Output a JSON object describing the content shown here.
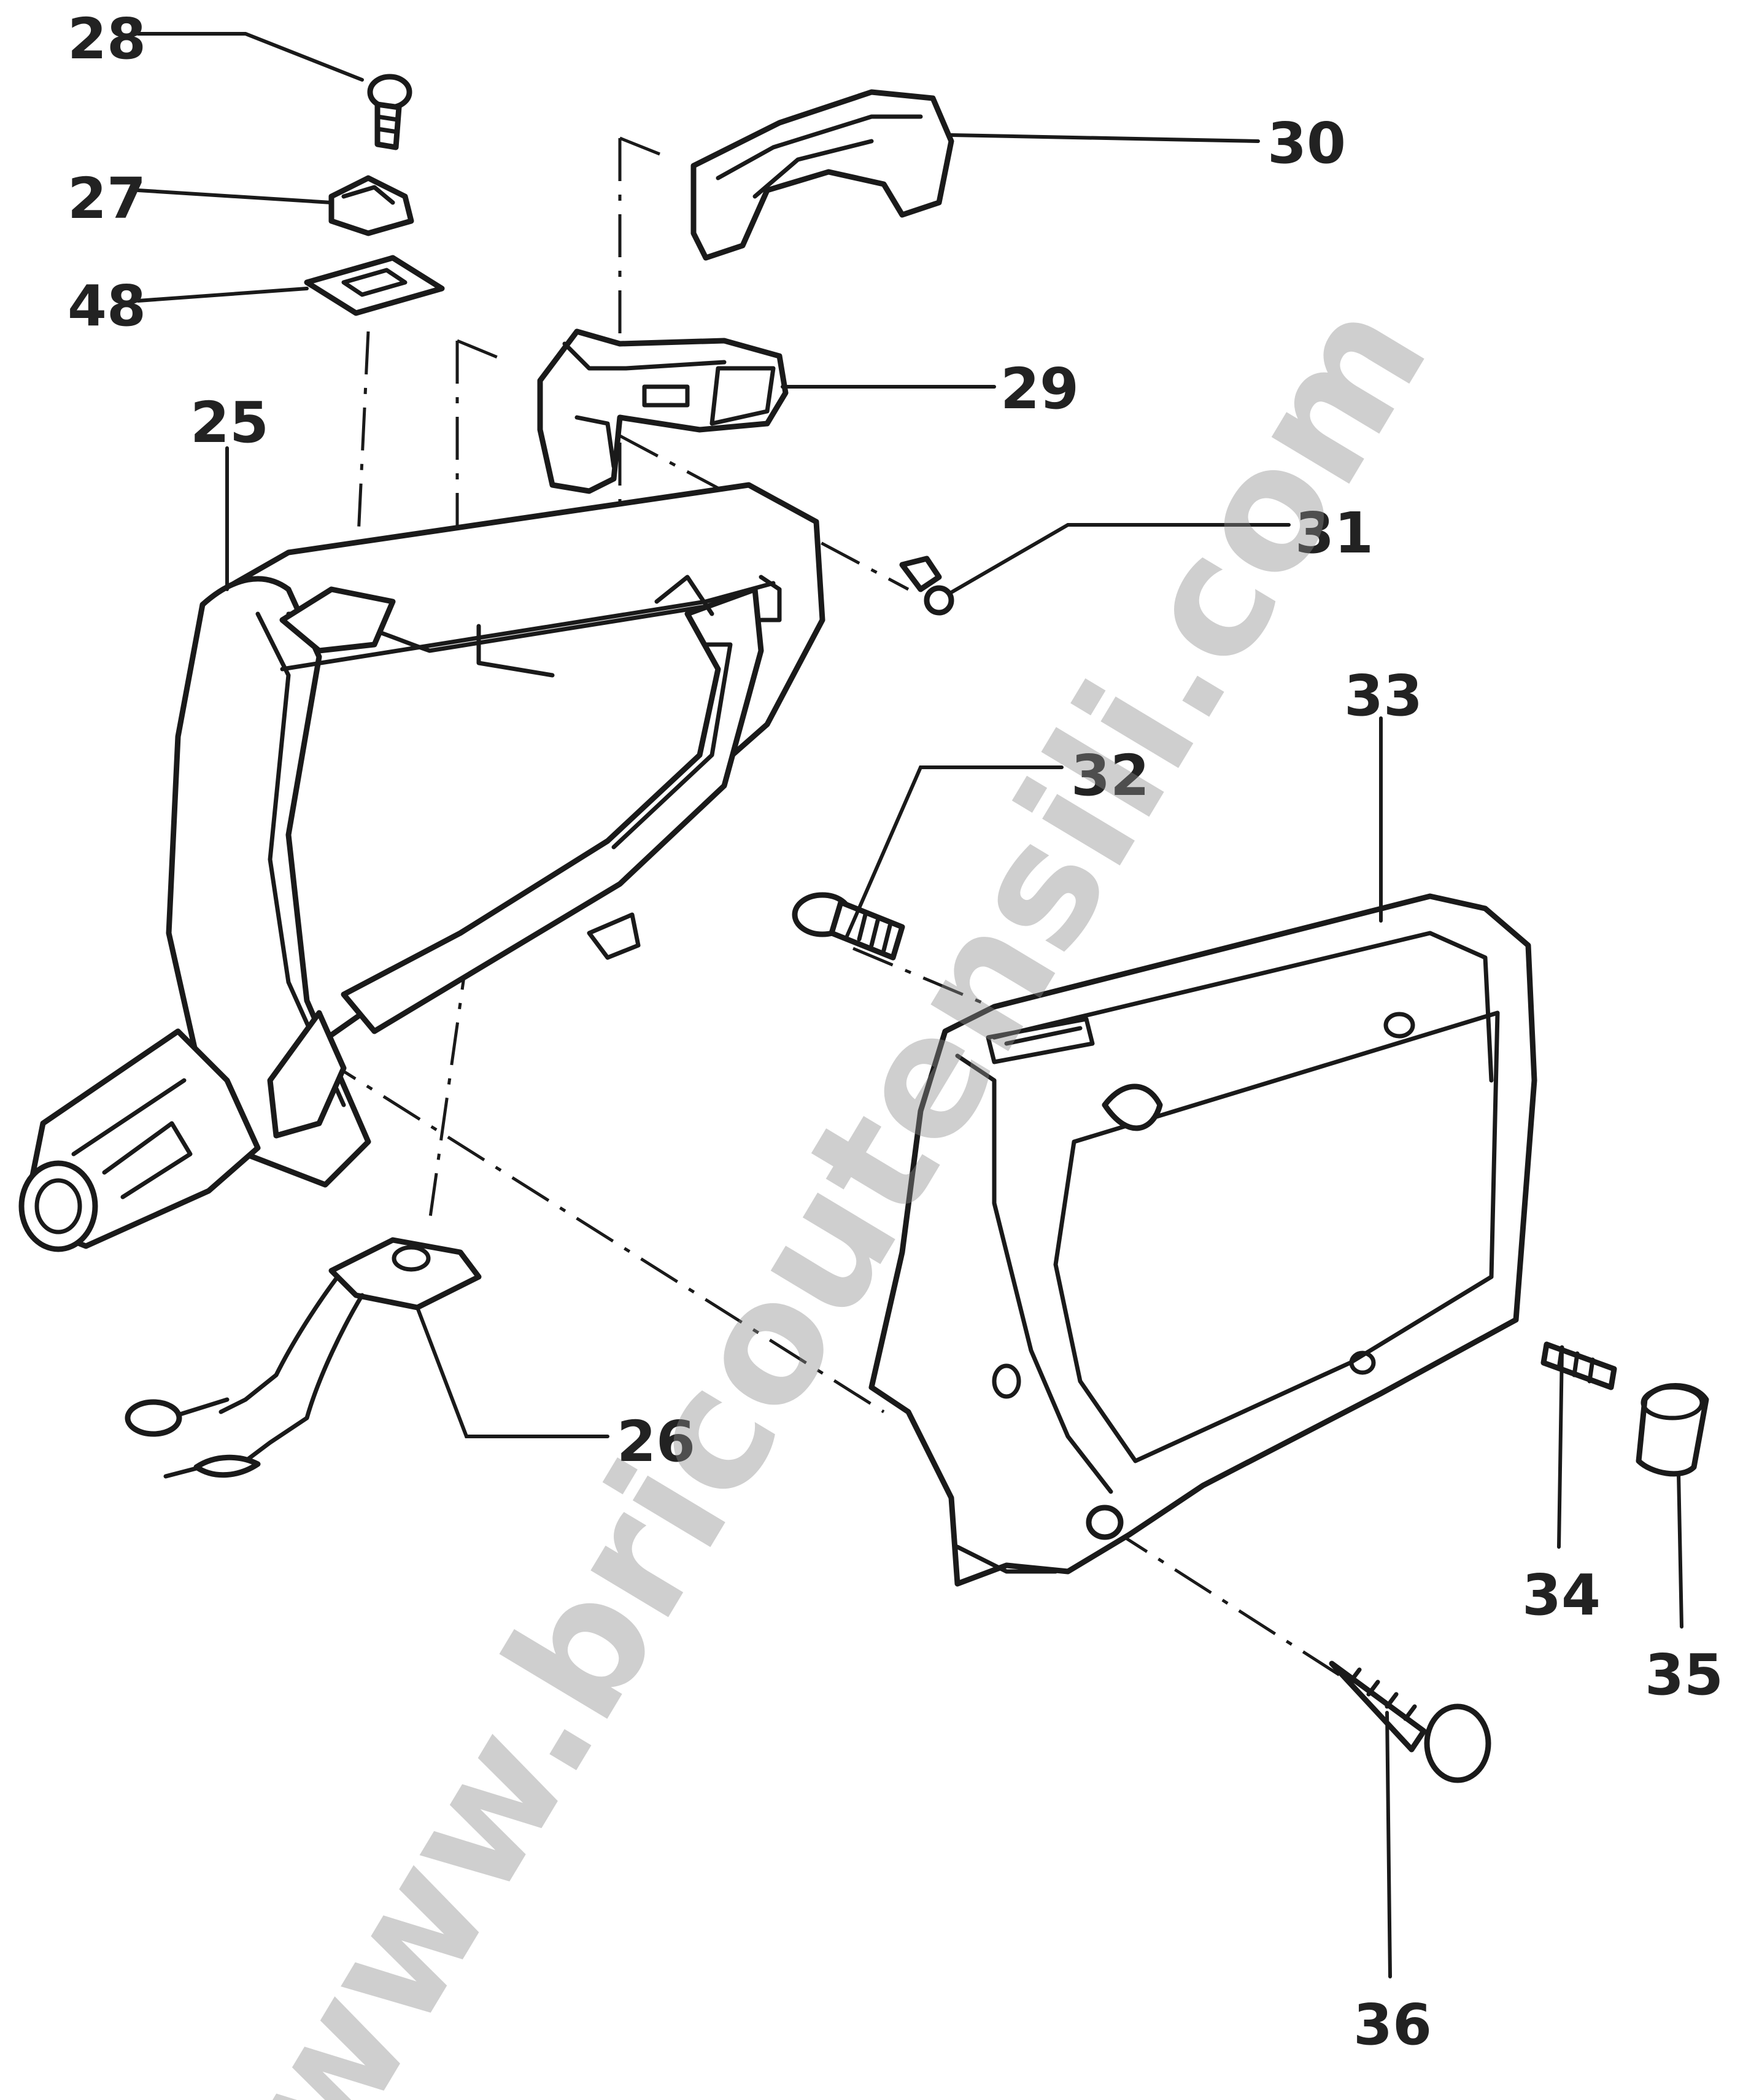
{
  "diagram": {
    "watermark": "www.bricoutensili.com",
    "part_numbers": {
      "p25": "25",
      "p26": "26",
      "p27": "27",
      "p28": "28",
      "p29": "29",
      "p30": "30",
      "p31": "31",
      "p32": "32",
      "p33": "33",
      "p34": "34",
      "p35": "35",
      "p36": "36",
      "p48": "48"
    }
  }
}
